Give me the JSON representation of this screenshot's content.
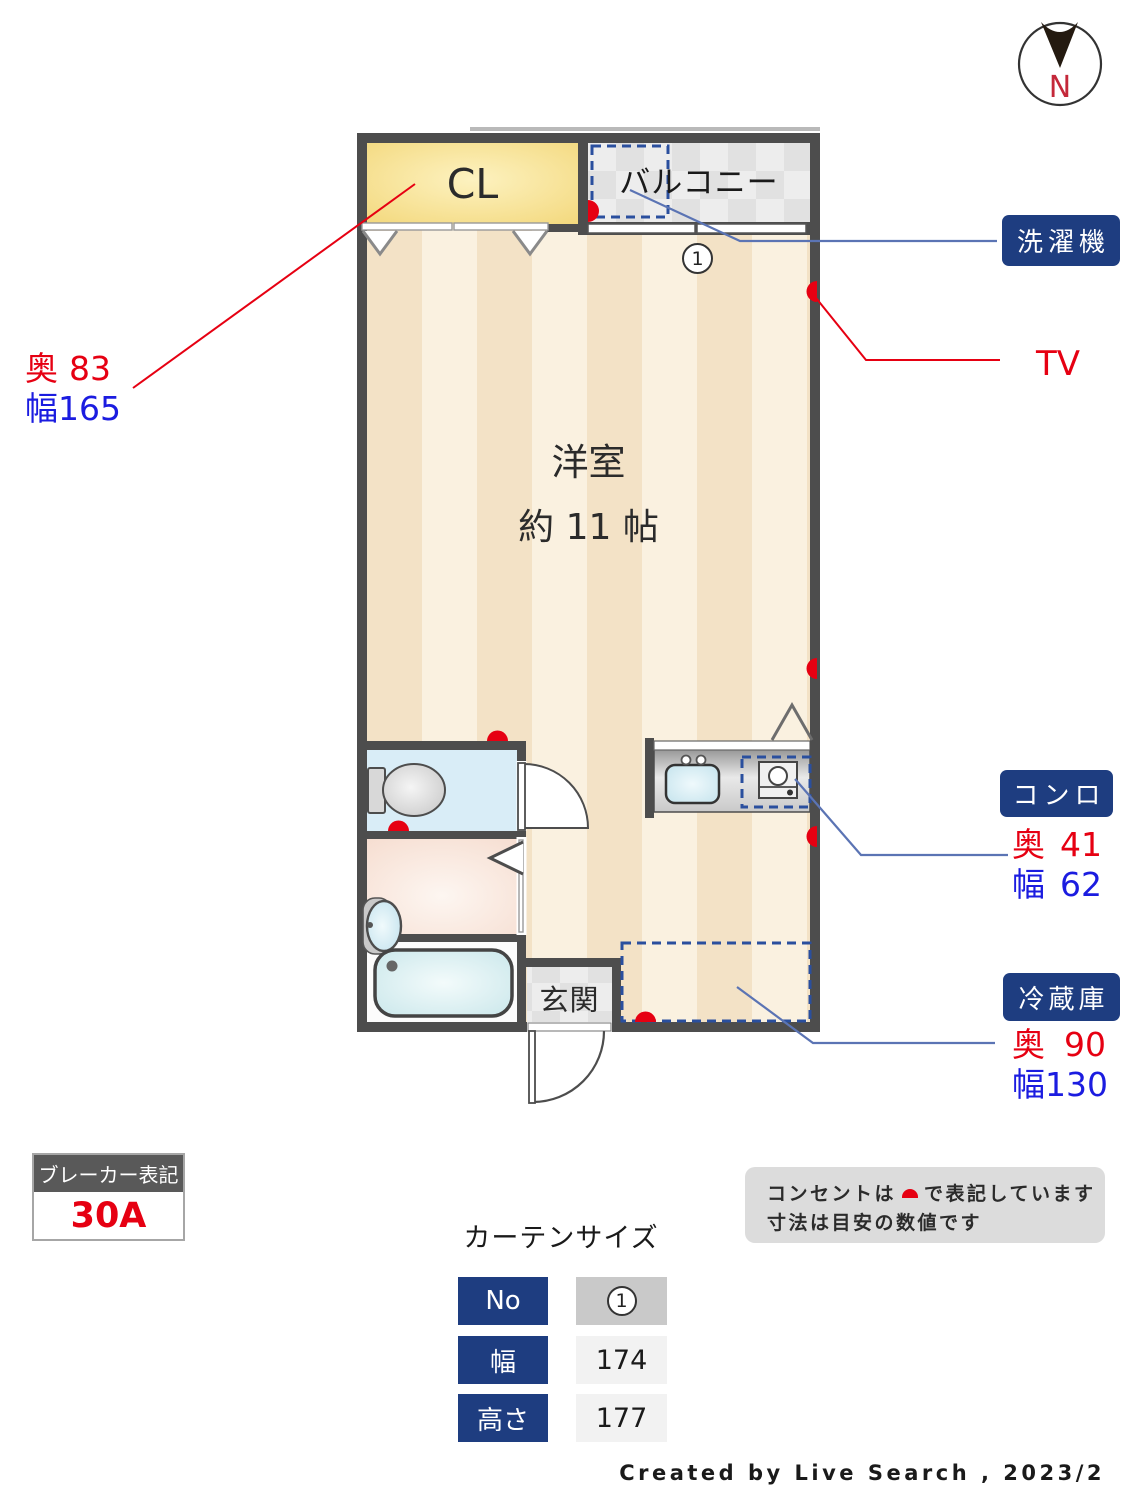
{
  "compass": {
    "letter": "N"
  },
  "plan": {
    "closet_label": "CL",
    "balcony_label": "バルコニー",
    "room_name": "洋室",
    "room_size": "約 11 帖",
    "entrance_label": "玄関",
    "curtain_no": "1"
  },
  "callouts": {
    "washer": {
      "title": "洗濯機"
    },
    "tv": {
      "title": "TV"
    },
    "closet": {
      "depth_label": "奥",
      "depth": "83",
      "width_label": "幅",
      "width": "165"
    },
    "stove": {
      "title": "コンロ",
      "depth_label": "奥",
      "depth": "41",
      "width_label": "幅",
      "width": "62"
    },
    "fridge": {
      "title": "冷蔵庫",
      "depth_label": "奥",
      "depth": "90",
      "width_label": "幅",
      "width": "130"
    }
  },
  "breaker": {
    "title": "ブレーカー表記",
    "value": "30A"
  },
  "notes": {
    "line1_before": "コンセントは",
    "line1_after": "で表記しています",
    "line2": "寸法は目安の数値です"
  },
  "curtain": {
    "title": "カーテンサイズ",
    "rows": [
      {
        "label": "No",
        "value": "1"
      },
      {
        "label": "幅",
        "value": "174"
      },
      {
        "label": "高さ",
        "value": "177"
      }
    ]
  },
  "credit": "Created by Live Search , 2023/2",
  "colors": {
    "wall": "#4d4d4d",
    "label_badge_blue": "#1e3d80",
    "outlet_red": "#e60012",
    "dimension_depth_red": "#e60012",
    "dimension_width_blue": "#1b1ce0",
    "connector_blue": "#5b74b4",
    "appliance_dashed_blue": "#2a4f9e",
    "floor_stripe_dark": "#f3e2c6",
    "floor_stripe_light": "#faf1e0",
    "closet_yellow": "#f5da84",
    "toilet_room_blue": "#d9edf7",
    "washroom_pink": "#f6dfd4"
  },
  "icons": [
    "compass-north-icon",
    "outlet-dome-icon",
    "toilet-icon",
    "bathtub-icon",
    "washbasin-icon",
    "kitchen-sink-icon",
    "stove-burner-icon",
    "door-swing-icon",
    "folding-door-icon"
  ]
}
